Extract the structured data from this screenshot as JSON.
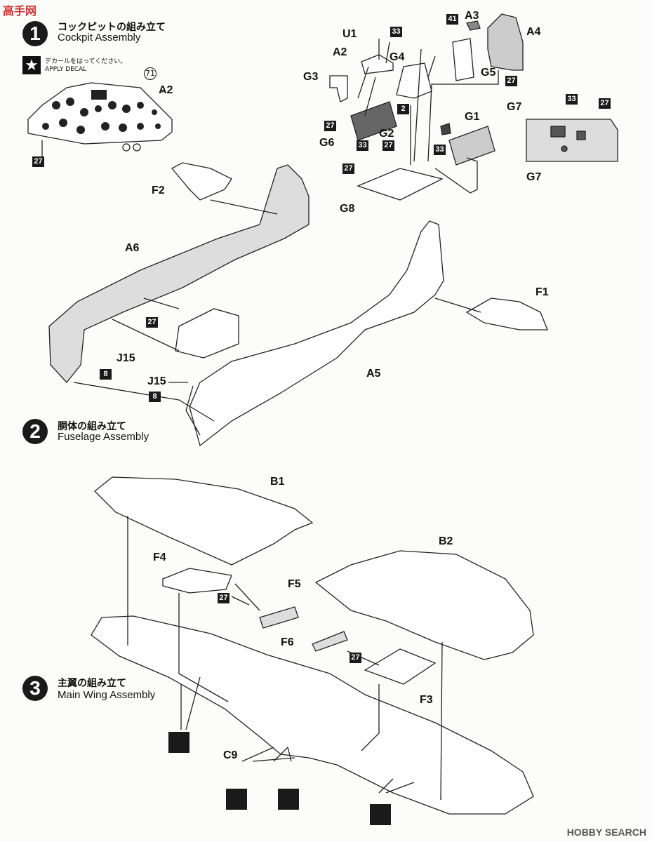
{
  "site_logo": "高手网",
  "step1": {
    "number": "1",
    "title_jp": "コックピットの組み立て",
    "title_en": "Cockpit Assembly",
    "decal_jp": "デカールをはってください。",
    "decal_en": "APPLY DECAL",
    "decal_no": "71"
  },
  "step2": {
    "number": "2",
    "title_jp": "胴体の組み立て",
    "title_en": "Fuselage Assembly"
  },
  "step3": {
    "number": "3",
    "title_jp": "主翼の組み立て",
    "title_en": "Main Wing Assembly"
  },
  "labels": {
    "A2a": "A2",
    "A2b": "A2",
    "U1": "U1",
    "A3": "A3",
    "A4": "A4",
    "G3": "G3",
    "G4": "G4",
    "G5": "G5",
    "G1": "G1",
    "G7a": "G7",
    "G7b": "G7",
    "G6": "G6",
    "G2": "G2",
    "G8": "G8",
    "F2": "F2",
    "A6": "A6",
    "F1": "F1",
    "J15a": "J15",
    "J15b": "J15",
    "A5": "A5",
    "B1": "B1",
    "B2": "B2",
    "F4": "F4",
    "F5": "F5",
    "F6": "F6",
    "F3": "F3",
    "C9": "C9"
  },
  "color_numbers": {
    "n27_panel": "27",
    "n33_u1": "33",
    "n41": "41",
    "n27_a4": "27",
    "n27_g3": "27",
    "n2": "2",
    "n33_g6": "33",
    "n27_g2": "27",
    "n27_g8": "27",
    "n33_g1": "33",
    "n33_g7": "33",
    "n27_g7": "27",
    "n27_a6": "27",
    "n8_a": "8",
    "n8_b": "8",
    "n27_f4": "27",
    "n27_f6": "27"
  },
  "watermark": "HOBBY SEARCH"
}
